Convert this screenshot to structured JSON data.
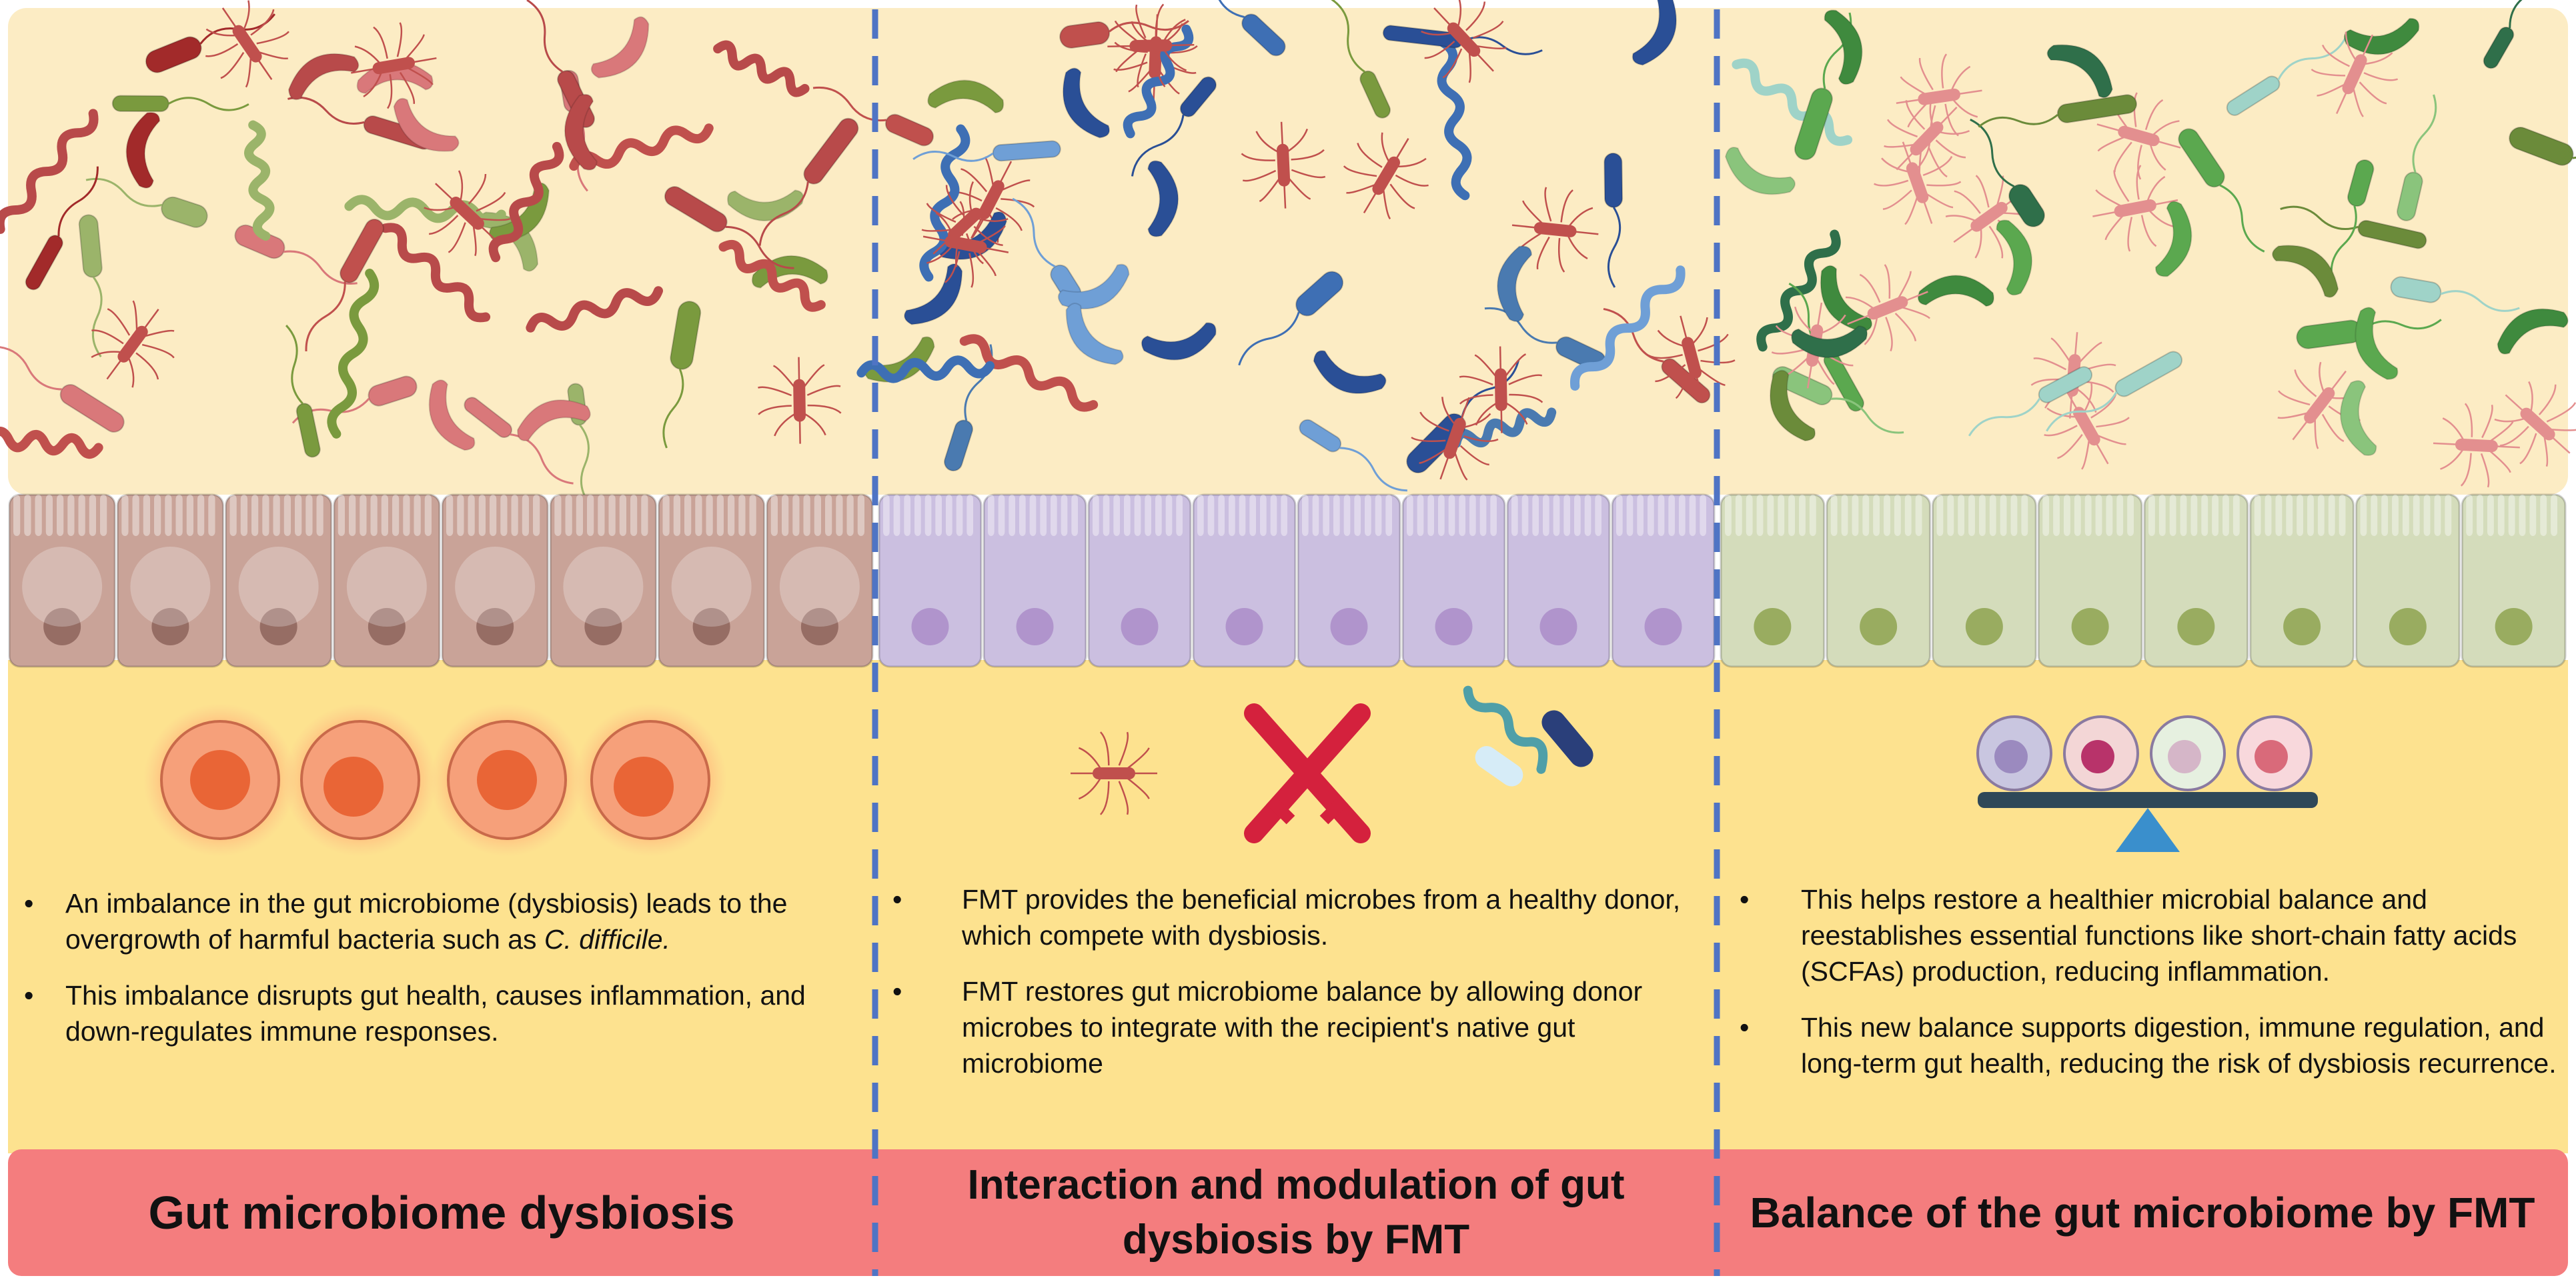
{
  "panels": [
    {
      "title": "Gut microbiome dysbiosis",
      "bullets": [
        {
          "text": "An imbalance in the gut microbiome (dysbiosis) leads to the overgrowth of harmful bacteria such as ",
          "italic": "C. difficile."
        },
        {
          "text": "This imbalance disrupts gut health, causes inflammation, and down-regulates immune responses."
        }
      ],
      "theme": "dysbiosis"
    },
    {
      "title": "Interaction and modulation of gut dysbiosis by FMT",
      "bullets": [
        {
          "text": "FMT provides the beneficial microbes from a healthy donor, which compete with dysbiosis."
        },
        {
          "text": "FMT restores gut microbiome balance by allowing donor microbes to integrate with the recipient's native gut microbiome"
        }
      ],
      "theme": "modulation"
    },
    {
      "title": "Balance of the gut microbiome by FMT",
      "bullets": [
        {
          "text": "This helps restore a healthier microbial balance and reestablishes essential functions like short-chain fatty acids (SCFAs) production, reducing inflammation."
        },
        {
          "text": "This new balance supports digestion, immune regulation, and long-term gut health, reducing the risk of dysbiosis recurrence."
        }
      ],
      "theme": "balance"
    }
  ],
  "bullet_char": "•",
  "colors": {
    "background_top": "#fcecc4",
    "background_mid": "#fde28f",
    "title_bar": "#f47d7e",
    "divider": "#4f74c4",
    "harmful_red": "#c0504d",
    "harmful_green": "#7a9a3e",
    "donor_blue": "#3e6fb4",
    "healthy_green": "#5ba84f",
    "epithelium_inflamed": "#c9a398",
    "epithelium_mixed": "#cbbfe0",
    "epithelium_healthy": "#d4dcbb",
    "cross_red": "#d4213d",
    "scale_blue": "#3a8fcc"
  },
  "icons": {
    "dysbiosis": [
      "inflamed-immune-cell-icon",
      "rod-bacteria-icon",
      "spiral-bacteria-icon",
      "flagellated-bacteria-icon"
    ],
    "modulation": [
      "pathogen-icon",
      "crossed-swords-icon",
      "donor-microbes-icon"
    ],
    "balance": [
      "immune-cells-icon",
      "balance-scale-icon"
    ]
  }
}
